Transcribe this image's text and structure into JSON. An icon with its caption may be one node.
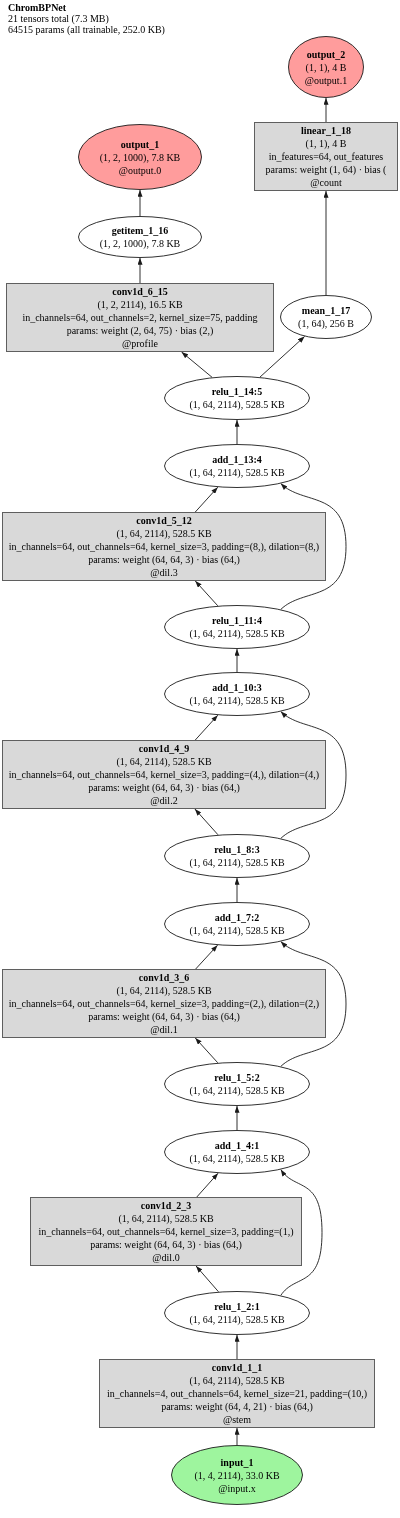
{
  "diagram": {
    "title": "ChromBPNet",
    "nodes": [
      {
        "text": [
          "output_2",
          "(1, 1), 4 B",
          "@output.1"
        ]
      },
      {
        "text": [
          "linear_1_18",
          "(1, 1), 4 B",
          "in_features=64, out_features",
          "params: weight (1, 64) · bias (",
          "@count"
        ]
      },
      {
        "text": [
          "output_1",
          "(1, 2, 1000), 7.8 KB",
          "@output.0"
        ]
      },
      {
        "text": [
          "getitem_1_16",
          "(1, 2, 1000), 7.8 KB"
        ]
      },
      {
        "text": [
          "conv1d_6_15",
          "(1, 2, 2114), 16.5 KB",
          "in_channels=64, out_channels=2, kernel_size=75, padding",
          "params: weight (2, 64, 75) · bias (2,)",
          "@profile"
        ]
      },
      {
        "text": [
          "mean_1_17",
          "(1, 64), 256 B"
        ]
      },
      {
        "text": [
          "relu_1_14:5",
          "(1, 64, 2114), 528.5 KB"
        ]
      },
      {
        "text": [
          "add_1_13:4",
          "(1, 64, 2114), 528.5 KB"
        ]
      },
      {
        "text": [
          "conv1d_5_12",
          "(1, 64, 2114), 528.5 KB",
          "in_channels=64, out_channels=64, kernel_size=3, padding=(8,), dilation=(8,)",
          "params: weight (64, 64, 3) · bias (64,)",
          "@dil.3"
        ]
      },
      {
        "text": [
          "relu_1_11:4",
          "(1, 64, 2114), 528.5 KB"
        ]
      },
      {
        "text": [
          "add_1_10:3",
          "(1, 64, 2114), 528.5 KB"
        ]
      },
      {
        "text": [
          "conv1d_4_9",
          "(1, 64, 2114), 528.5 KB",
          "in_channels=64, out_channels=64, kernel_size=3, padding=(4,), dilation=(4,)",
          "params: weight (64, 64, 3) · bias (64,)",
          "@dil.2"
        ]
      },
      {
        "text": [
          "relu_1_8:3",
          "(1, 64, 2114), 528.5 KB"
        ]
      },
      {
        "text": [
          "add_1_7:2",
          "(1, 64, 2114), 528.5 KB"
        ]
      },
      {
        "text": [
          "conv1d_3_6",
          "(1, 64, 2114), 528.5 KB",
          "in_channels=64, out_channels=64, kernel_size=3, padding=(2,), dilation=(2,)",
          "params: weight (64, 64, 3) · bias (64,)",
          "@dil.1"
        ]
      },
      {
        "text": [
          "relu_1_5:2",
          "(1, 64, 2114), 528.5 KB"
        ]
      },
      {
        "text": [
          "add_1_4:1",
          "(1, 64, 2114), 528.5 KB"
        ]
      },
      {
        "text": [
          "conv1d_2_3",
          "(1, 64, 2114), 528.5 KB",
          "in_channels=64, out_channels=64, kernel_size=3, padding=(1,)",
          "params: weight (64, 64, 3) · bias (64,)",
          "@dil.0"
        ]
      },
      {
        "text": [
          "relu_1_2:1",
          "(1, 64, 2114), 528.5 KB"
        ]
      },
      {
        "text": [
          "conv1d_1_1",
          "(1, 64, 2114), 528.5 KB",
          "in_channels=4, out_channels=64, kernel_size=21, padding=(10,)",
          "params: weight (64, 4, 21) · bias (64,)",
          "@stem"
        ]
      },
      {
        "text": [
          "input_1",
          "(1, 4, 2114), 33.0 KB",
          "@input.x"
        ]
      }
    ],
    "edges": [
      {
        "from": 20,
        "to": 19,
        "arrow": "to"
      },
      {
        "from": 19,
        "to": 18,
        "arrow": "to"
      },
      {
        "from": 18,
        "to": 17,
        "arrow": "to"
      },
      {
        "from": 18,
        "to": 16,
        "arrow": "to"
      },
      {
        "from": 17,
        "to": 16,
        "arrow": "to"
      },
      {
        "from": 16,
        "to": 15,
        "arrow": "to"
      },
      {
        "from": 15,
        "to": 14,
        "arrow": "to"
      },
      {
        "from": 15,
        "to": 13,
        "arrow": "to"
      },
      {
        "from": 14,
        "to": 13,
        "arrow": "to"
      },
      {
        "from": 13,
        "to": 12,
        "arrow": "to"
      },
      {
        "from": 12,
        "to": 11,
        "arrow": "to"
      },
      {
        "from": 12,
        "to": 10,
        "arrow": "to"
      },
      {
        "from": 11,
        "to": 10,
        "arrow": "to"
      },
      {
        "from": 10,
        "to": 9,
        "arrow": "to"
      },
      {
        "from": 9,
        "to": 8,
        "arrow": "to"
      },
      {
        "from": 9,
        "to": 7,
        "arrow": "to"
      },
      {
        "from": 8,
        "to": 7,
        "arrow": "to"
      },
      {
        "from": 7,
        "to": 6,
        "arrow": "to"
      },
      {
        "from": 6,
        "to": 4,
        "arrow": "to"
      },
      {
        "from": 6,
        "to": 5,
        "arrow": "to"
      },
      {
        "from": 4,
        "to": 3,
        "arrow": "to"
      },
      {
        "from": 3,
        "to": 2,
        "arrow": "to"
      },
      {
        "from": 5,
        "to": 1,
        "arrow": "to"
      },
      {
        "from": 1,
        "to": 0,
        "arrow": "to"
      }
    ],
    "labels": [
      "21 tensors total (7.3 MB)",
      "64515 params (all trainable, 252.0 KB)"
    ]
  }
}
